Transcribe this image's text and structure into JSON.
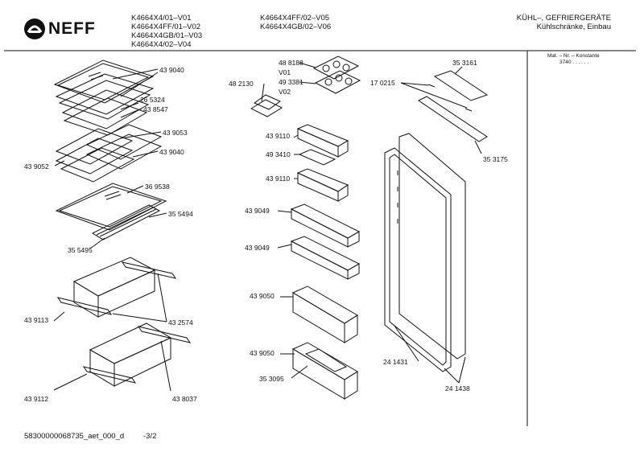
{
  "header": {
    "brand": "NEFF",
    "models_left": [
      "K4664X4/01–V01",
      "K4664X4FF/01–V02",
      "K4664X4GB/01–V03",
      "K4664X4/02–V04"
    ],
    "models_right": [
      "K4664X4FF/02–V05",
      "K4664X4GB/02–V06"
    ],
    "category": "KÜHL–, GEFRIERGERÄTE",
    "subcategory": "Kühlschränke, Einbau"
  },
  "side_panel": {
    "heading": "Mat. – Nr. – Konstante",
    "value": "3740  .  .  .  .  .  ."
  },
  "footer": {
    "doc_id": "58300000068735_aet_000_d",
    "page": "-3/2"
  },
  "parts": [
    "43 9040",
    "26 5324",
    "43 8547",
    "43 9053",
    "43 9040",
    "43 9052",
    "36 9538",
    "35 5494",
    "35 5495",
    "43 9113",
    "43 2574",
    "43 9112",
    "43 8037",
    "48 8188",
    "V01",
    "49 3381",
    "V02",
    "48 2130",
    "43 9110",
    "49 3410",
    "43 9110",
    "43 9049",
    "43 9049",
    "43 9050",
    "43 9050",
    "35 3095",
    "35 3161",
    "17 0215",
    "35 3175",
    "24 1431",
    "24 1438"
  ],
  "colors": {
    "line": "#111111",
    "background": "#ffffff"
  }
}
